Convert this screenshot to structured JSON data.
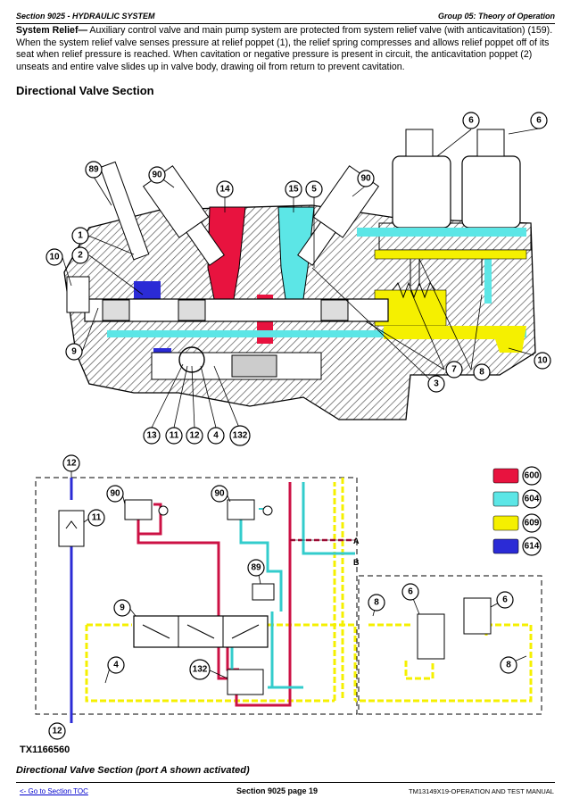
{
  "header": {
    "left": "Section 9025 - HYDRAULIC SYSTEM",
    "right": "Group 05: Theory of Operation"
  },
  "intro": {
    "lead": "System Relief—",
    "text": " Auxiliary control valve and main pump system are protected from system relief valve (with anticavitation) (159). When the system relief valve senses pressure at relief poppet (1), the relief spring compresses and allows relief poppet off of its seat when relief pressure is reached. When cavitation or negative pressure is present in circuit, the anticavitation poppet (2) unseats and entire valve slides up in valve body, drawing oil from return to prevent cavitation."
  },
  "section_heading": "Directional Valve Section",
  "callouts_top": [
    "89",
    "90",
    "14",
    "15",
    "5",
    "90",
    "6",
    "6",
    "1",
    "2",
    "10",
    "9",
    "10",
    "7",
    "8",
    "3",
    "13",
    "11",
    "12",
    "4",
    "132"
  ],
  "callouts_bottom": [
    "12",
    "11",
    "90",
    "90",
    "89",
    "9",
    "8",
    "6",
    "6",
    "4",
    "132",
    "8",
    "12"
  ],
  "port_labels": {
    "a": "A",
    "b": "B"
  },
  "legend": [
    {
      "code": "600",
      "color": "#e8133f"
    },
    {
      "code": "604",
      "color": "#5ce6e6"
    },
    {
      "code": "609",
      "color": "#f5f000"
    },
    {
      "code": "614",
      "color": "#2b2bd6"
    }
  ],
  "figure_id": "TX1166560",
  "caption": "Directional Valve Section (port A shown activated)",
  "footer": {
    "link": "<- Go to Section TOC",
    "page": "Section 9025 page 19",
    "manual": "TM13149X19-OPERATION AND TEST MANUAL"
  }
}
